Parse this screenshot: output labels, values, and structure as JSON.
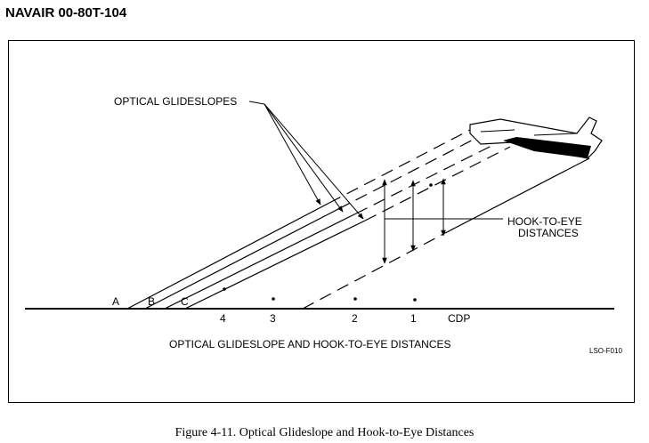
{
  "document": {
    "id": "NAVAIR 00-80T-104",
    "caption": "Figure 4-11.  Optical Glideslope and Hook-to-Eye Distances"
  },
  "figure": {
    "callout_glideslopes": "OPTICAL GLIDESLOPES",
    "callout_hook_line1": "HOOK-TO-EYE",
    "callout_hook_line2": "DISTANCES",
    "letter_a": "A",
    "letter_b": "B",
    "letter_c": "C",
    "num_4": "4",
    "num_3": "3",
    "num_2": "2",
    "num_1": "1",
    "cdp": "CDP",
    "title": "OPTICAL GLIDESLOPE AND HOOK-TO-EYE DISTANCES",
    "code": "LSO-F010"
  },
  "colors": {
    "ink": "#000000",
    "paper": "#ffffff"
  }
}
